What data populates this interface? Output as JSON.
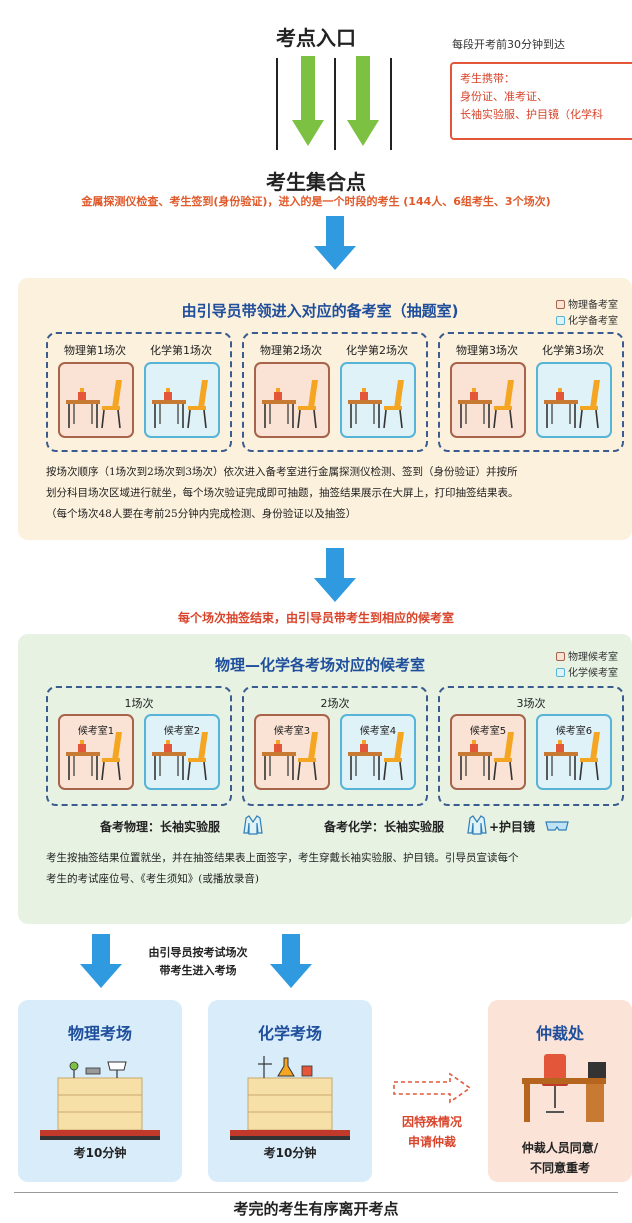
{
  "header": {
    "entry_title": "考点入口",
    "arrival_note": "每段开考前30分钟到达",
    "carry": {
      "title": "考生携带：",
      "line1": "身份证、准考证、",
      "line2": "长袖实验服、护目镜（化学科"
    }
  },
  "gather": {
    "title": "考生集合点",
    "subtitle": "金属探测仪检查、考生签到(身份验证)，进入的是一个时段的考生 (144人、6组考生、3个场次)"
  },
  "prep": {
    "title": "由引导员带领进入对应的备考室（抽题室)",
    "legend_phys": "物理备考室",
    "legend_chem": "化学备考室",
    "groups": [
      {
        "phys": "物理第1场次",
        "chem": "化学第1场次"
      },
      {
        "phys": "物理第2场次",
        "chem": "化学第2场次"
      },
      {
        "phys": "物理第3场次",
        "chem": "化学第3场次"
      }
    ],
    "para1": "按场次顺序（1场次到2场次到3场次）依次进入备考室进行金属探测仪检测、签到（身份验证）并按所",
    "para2": "划分科目场次区域进行就坐，每个场次验证完成即可抽题，抽签结果展示在大屏上，打印抽签结果表。",
    "para3": "（每个场次48人要在考前25分钟内完成检测、身份验证以及抽签）"
  },
  "transfer_note": "每个场次抽签结束，由引导员带考生到相应的候考室",
  "wait": {
    "title": "物理—化学各考场对应的候考室",
    "legend_phys": "物理候考室",
    "legend_chem": "化学候考室",
    "groups": [
      {
        "session": "1场次",
        "rooms": [
          "候考室1",
          "候考室2"
        ]
      },
      {
        "session": "2场次",
        "rooms": [
          "候考室3",
          "候考室4"
        ]
      },
      {
        "session": "3场次",
        "rooms": [
          "候考室5",
          "候考室6"
        ]
      }
    ],
    "phys_req": "备考物理：长袖实验服",
    "chem_req": "备考化学：长袖实验服",
    "chem_req_extra": "+护目镜",
    "para1": "考生按抽签结果位置就坐，并在抽签结果表上面签字，考生穿戴长袖实验服、护目镜。引导员宣读每个",
    "para2": "考生的考试座位号、《考生须知》(或播放录音)"
  },
  "guide_note": {
    "line1": "由引导员按考试场次",
    "line2": "带考生进入考场"
  },
  "exams": [
    {
      "title": "物理考场",
      "time": "考10分钟"
    },
    {
      "title": "化学考场",
      "time": "考10分钟"
    }
  ],
  "special": {
    "line1": "因特殊情况",
    "line2": "申请仲裁"
  },
  "arbitration": {
    "title": "仲裁处",
    "line1": "仲裁人员同意/",
    "line2": "不同意重考"
  },
  "footer": "考完的考生有序离开考点",
  "colors": {
    "arrow_green": "#7cc142",
    "arrow_blue": "#2f9ae0",
    "accent_red": "#e3563a",
    "title_blue": "#1f4e9c",
    "phys_room": "#fae2d4",
    "chem_room": "#dff2f8"
  },
  "icons": [
    "down-arrow-green-icon",
    "down-arrow-blue-icon",
    "classroom-desk-chair-icon",
    "lab-coat-icon",
    "goggles-icon",
    "dashed-right-arrow-icon",
    "lab-bench-icon",
    "arbitration-office-icon"
  ]
}
